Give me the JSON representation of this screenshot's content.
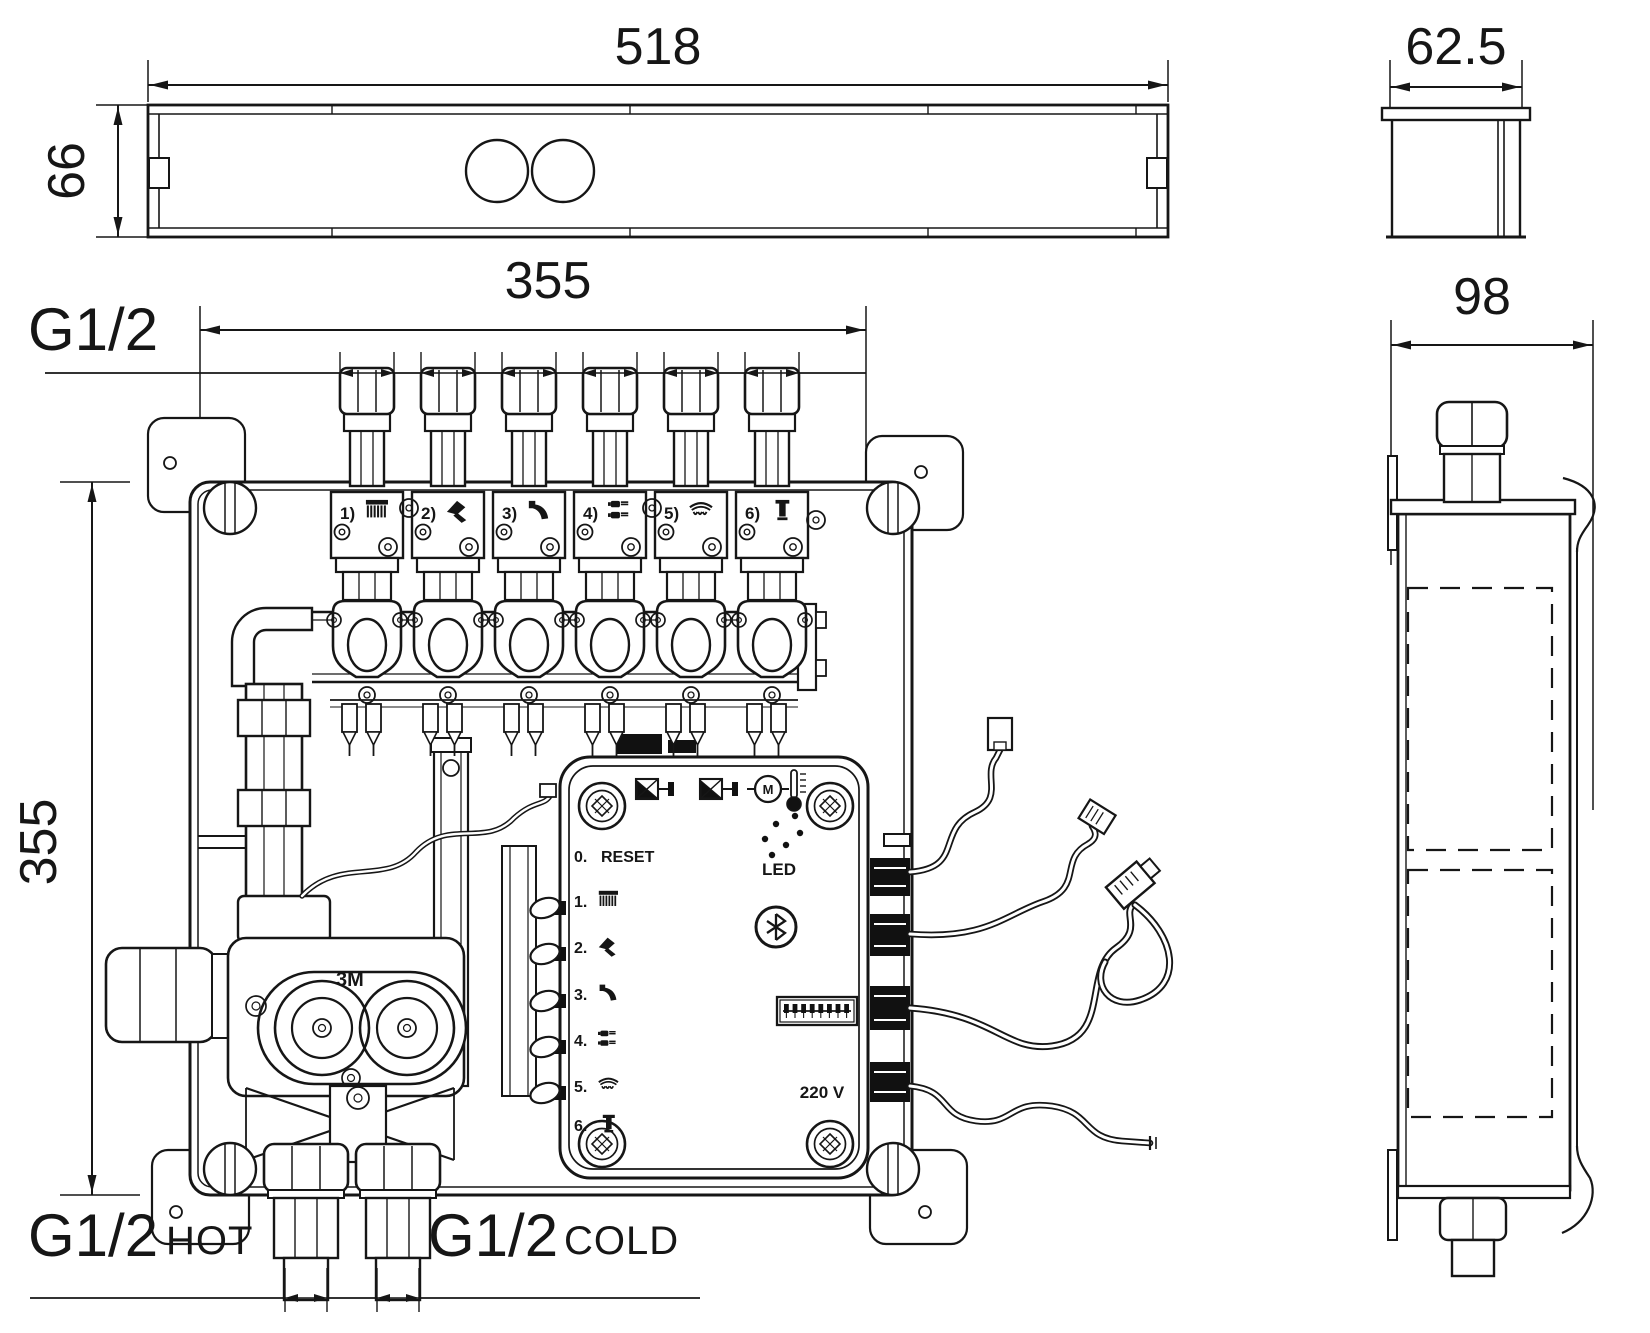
{
  "colors": {
    "line": "#161616",
    "background": "#ffffff",
    "fill_dark": "#111111"
  },
  "views": {
    "front_top": {
      "width": "518",
      "height": "66"
    },
    "side_top": {
      "width": "62.5"
    },
    "front_main": {
      "width": "355",
      "height": "355",
      "thread_label": "G1/2"
    },
    "side_main": {
      "width": "98"
    }
  },
  "inlets": {
    "hot": {
      "thread": "G1/2",
      "label": "HOT"
    },
    "cold": {
      "thread": "G1/2",
      "label": "COLD"
    }
  },
  "outlets": [
    {
      "num": "1)",
      "icon": "rain-shower-icon"
    },
    {
      "num": "2)",
      "icon": "hand-shower-icon"
    },
    {
      "num": "3)",
      "icon": "spout-icon"
    },
    {
      "num": "4)",
      "icon": "body-jets-icon"
    },
    {
      "num": "5)",
      "icon": "waterfall-icon"
    },
    {
      "num": "6)",
      "icon": "shower-column-icon"
    }
  ],
  "mixer": {
    "mark": "3M"
  },
  "control_box": {
    "reset": {
      "num": "0.",
      "label": "RESET"
    },
    "motor_label": "M",
    "top_icons": [
      "solenoid-valve-icon",
      "solenoid-valve-icon",
      "motor-icon",
      "thermometer-icon"
    ],
    "channels": [
      {
        "num": "1.",
        "icon": "rain-shower-icon"
      },
      {
        "num": "2.",
        "icon": "hand-shower-icon"
      },
      {
        "num": "3.",
        "icon": "spout-icon"
      },
      {
        "num": "4.",
        "icon": "body-jets-icon"
      },
      {
        "num": "5.",
        "icon": "waterfall-icon"
      },
      {
        "num": "6.",
        "icon": "shower-column-icon"
      }
    ],
    "led_label": "LED",
    "bluetooth_icon": "bluetooth-icon",
    "dip_switch_icon": "dip-switch-icon",
    "voltage": "220 V"
  }
}
